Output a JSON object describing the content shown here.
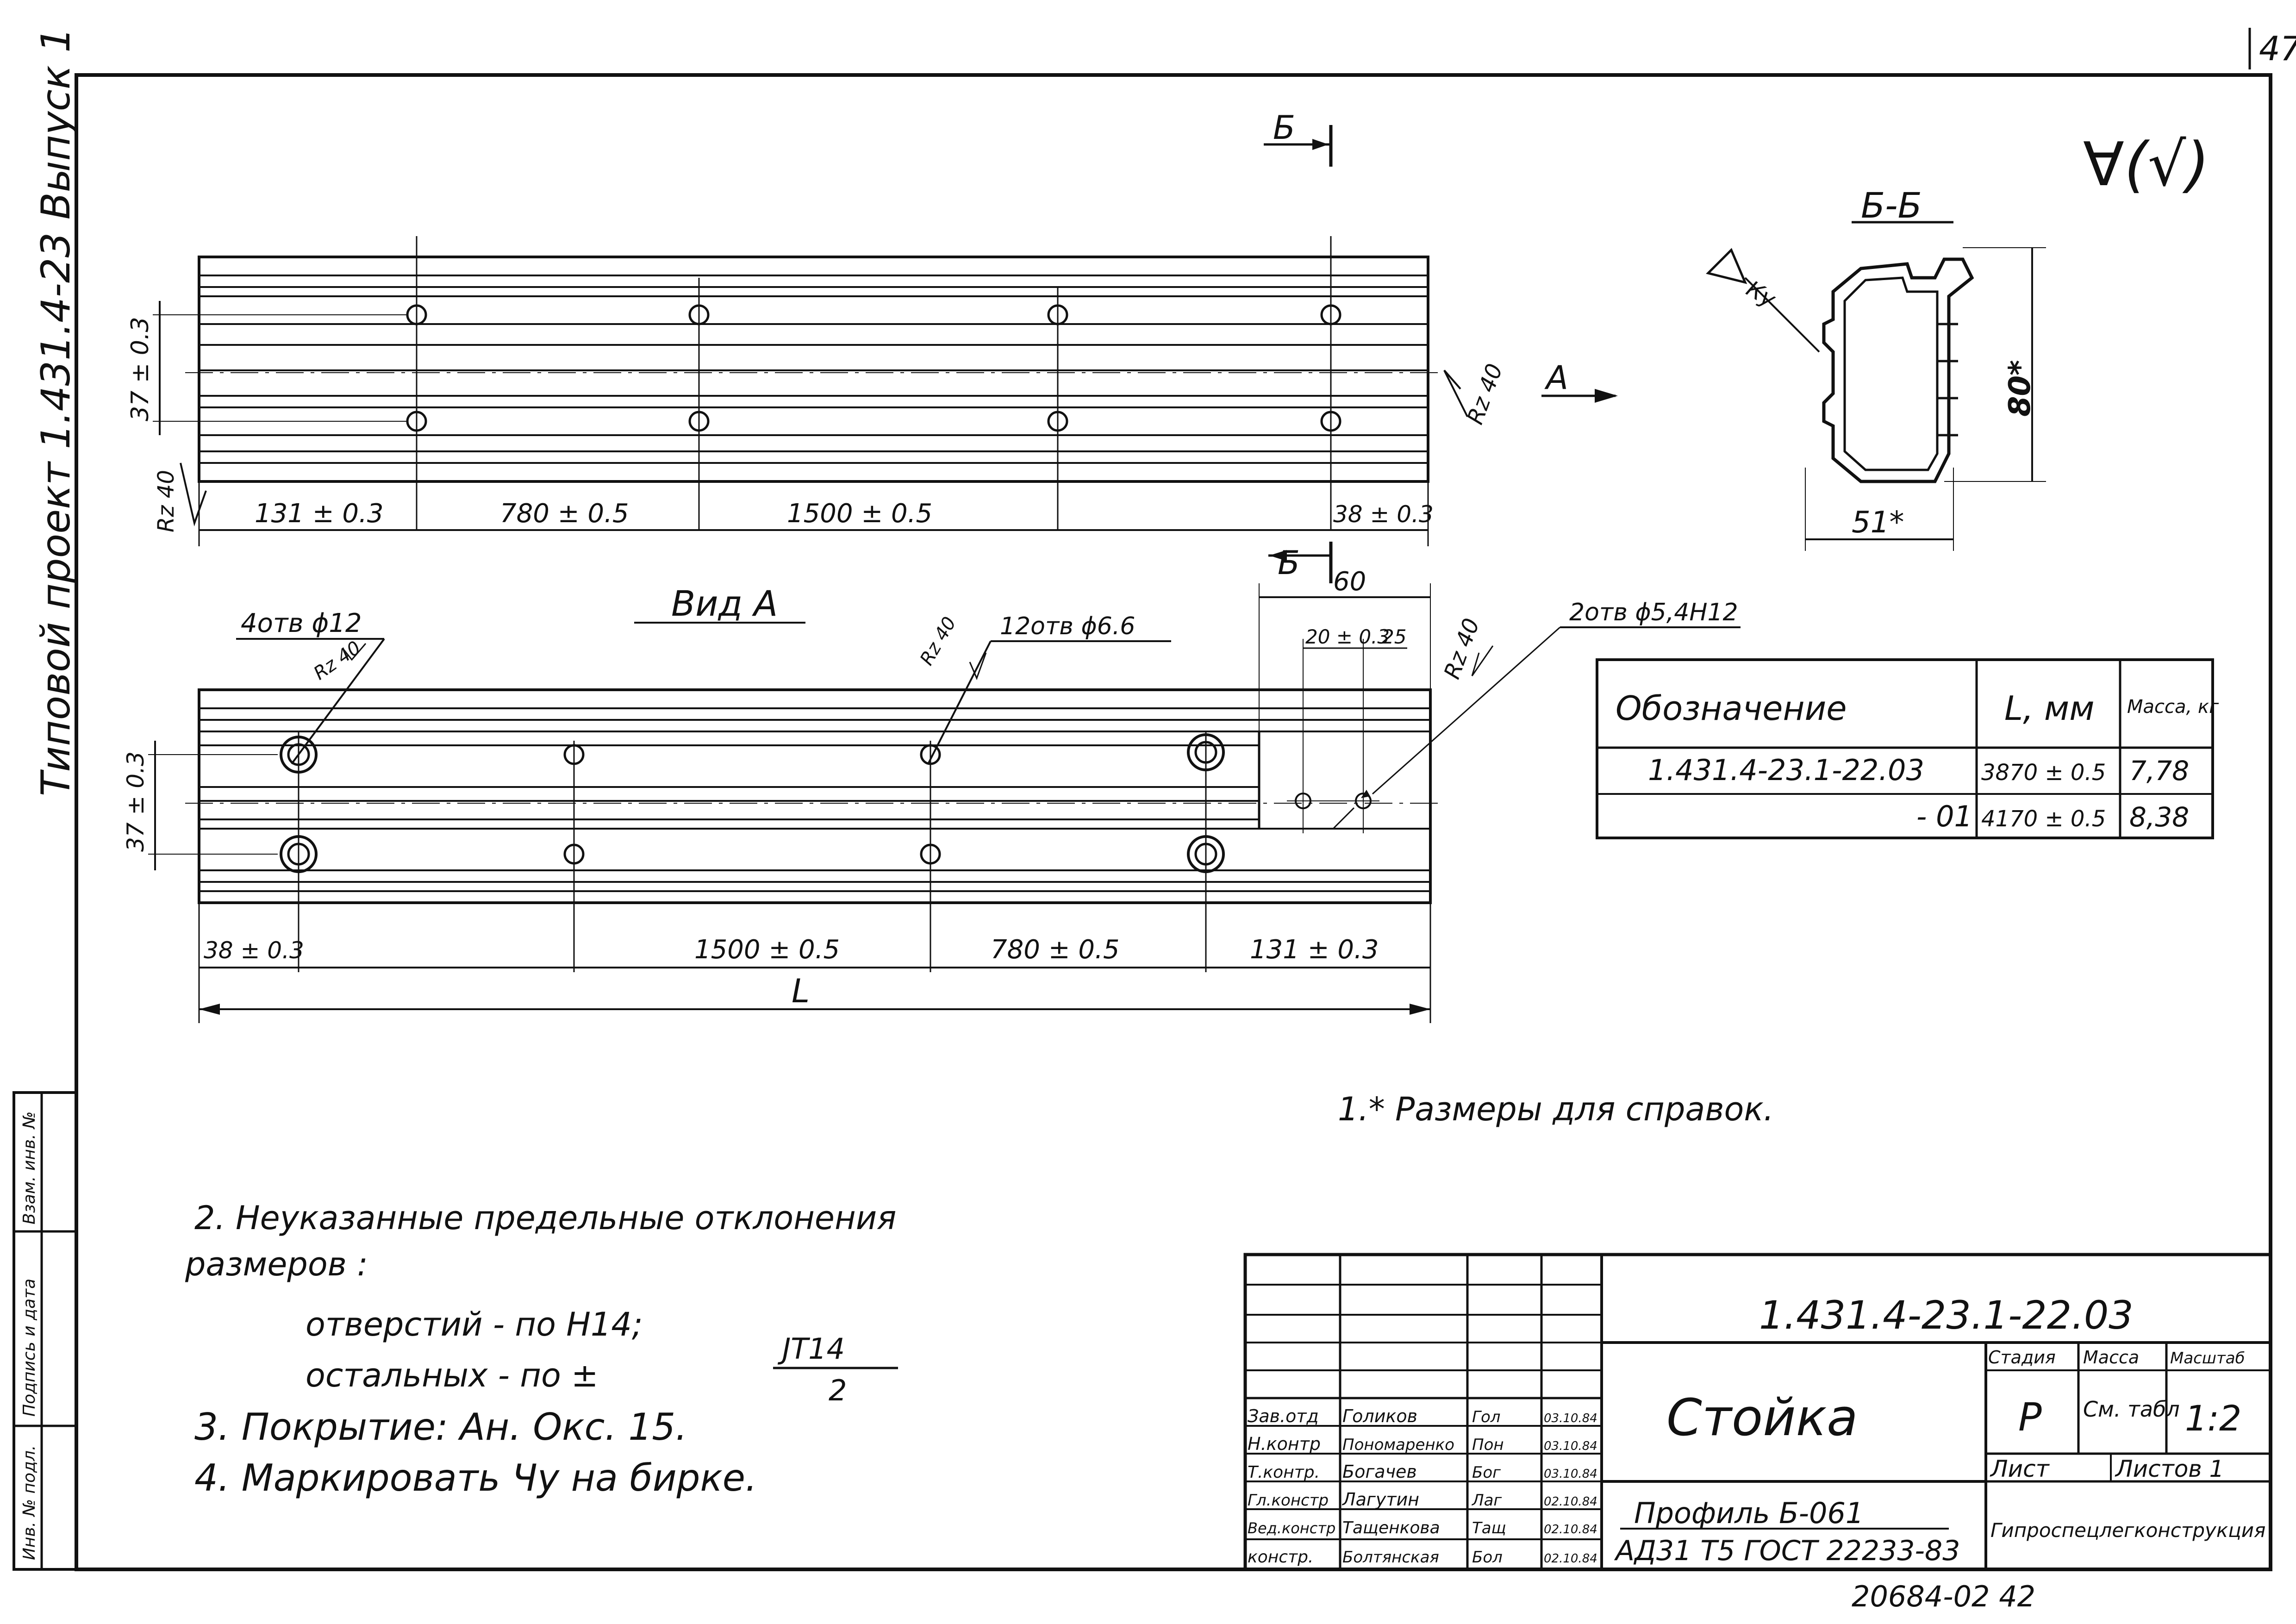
{
  "page_number": "47",
  "vertical_title": "Типовой проект 1.431.4-23 Выпуск 1",
  "roughness_mark": "∀(√)",
  "views": {
    "top": {
      "section_mark": "Б",
      "view_arrow": "А",
      "roughness_left": "Rz 40",
      "roughness_right": "Rz 40",
      "dim_vertical": "37 ± 0.3",
      "dims": [
        "131 ± 0.3",
        "780 ± 0.5",
        "1500 ± 0.5",
        "38 ± 0.3"
      ]
    },
    "view_a": {
      "title": "Вид А",
      "section_mark": "Б",
      "holes_label_large": "4отв ϕ12",
      "holes_label_small": "12отв ϕ6.6",
      "holes_label_end": "2отв ϕ5,4H12",
      "roughness_1": "Rz 40",
      "roughness_2": "Rz 40",
      "roughness_3": "Rz 40",
      "dim_vertical": "37 ± 0.3",
      "dim_end_total": "60",
      "dim_end_a": "20 ± 0.3",
      "dim_end_b": "25",
      "dims": [
        "38 ± 0.3",
        "1500 ± 0.5",
        "780 ± 0.5",
        "131 ± 0.3"
      ],
      "length_label": "L"
    },
    "section": {
      "title": "Б-Б",
      "mark": "Ку",
      "height": "80*",
      "width": "51*"
    }
  },
  "spec_table": {
    "headers": [
      "Обозначение",
      "L, мм",
      "Масса, кг"
    ],
    "rows": [
      [
        "1.431.4-23.1-22.03",
        "3870 ± 0.5",
        "7,78"
      ],
      [
        "- 01",
        "4170 ± 0.5",
        "8,38"
      ]
    ]
  },
  "notes": {
    "note1": "1.* Размеры для справок.",
    "note2_line1": "2. Неуказанные предельные отклонения",
    "note2_line2": "размеров :",
    "note2_line3": "отверстий - по Н14;",
    "note2_line4": "остальных - по ±",
    "note2_frac_num": "JT14",
    "note2_frac_den": "2",
    "note3": "3. Покрытие: Ан. Окс. 15.",
    "note4": "4. Маркировать Чу на бирке."
  },
  "side_stamp": [
    "Инв. № подл.",
    "Подпись и дата",
    "Взам. инв. №"
  ],
  "title_block": {
    "designation": "1.431.4-23.1-22.03",
    "name": "Стойка",
    "material_line1": "Профиль Б-061",
    "material_line2": "АД31 Т5 ГОСТ 22233-83",
    "stage_header": "Стадия",
    "mass_header": "Масса",
    "scale_header": "Масштаб",
    "stage": "Р",
    "mass": "См. табл",
    "scale": "1:2",
    "sheet_label": "Лист",
    "sheets_label": "Листов 1",
    "organization": "Гипроспецлегконструкция",
    "people": [
      {
        "role": "Зав.отд",
        "name": "Голиков",
        "sign": "Гол",
        "date": "03.10.84"
      },
      {
        "role": "Н.контр",
        "name": "Пономаренко",
        "sign": "Пон",
        "date": "03.10.84"
      },
      {
        "role": "Т.контр.",
        "name": "Богачев",
        "sign": "Бог",
        "date": "03.10.84"
      },
      {
        "role": "Гл.констр",
        "name": "Лагутин",
        "sign": "Лаг",
        "date": "02.10.84"
      },
      {
        "role": "Вед.констр",
        "name": "Тащенкова",
        "sign": "Тащ",
        "date": "02.10.84"
      },
      {
        "role": "констр.",
        "name": "Болтянская",
        "sign": "Бол",
        "date": "02.10.84"
      }
    ]
  },
  "archive_number": "20684-02 42"
}
